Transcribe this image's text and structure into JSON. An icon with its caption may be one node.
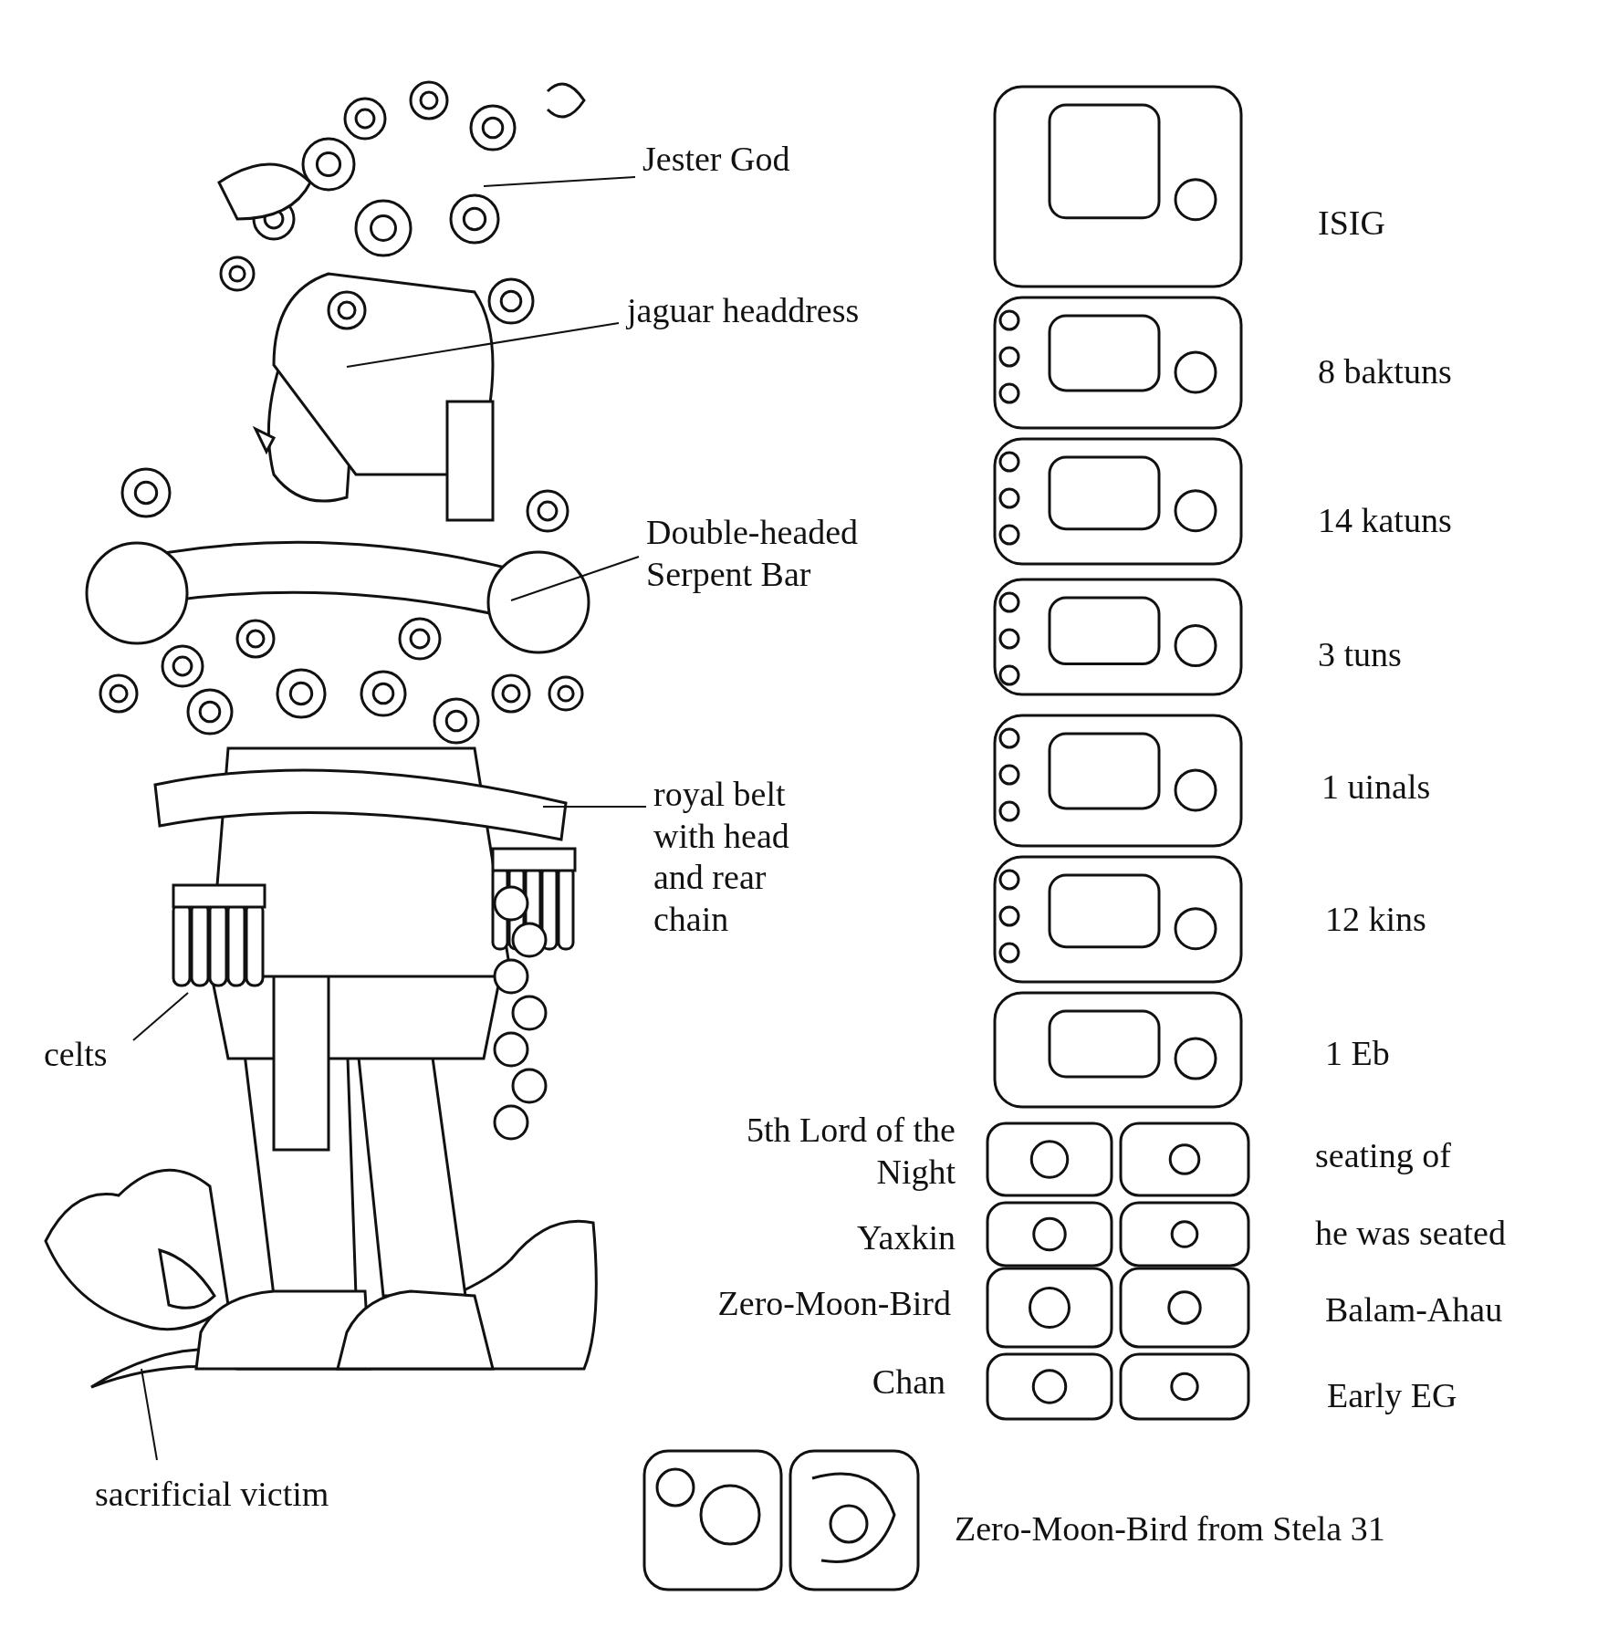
{
  "diagram": {
    "nodes": [
      {
        "text": [
          "Jester God"
        ]
      },
      {
        "text": [
          "jaguar headdress"
        ]
      },
      {
        "text": [
          "Double-headed Serpent Bar"
        ]
      },
      {
        "text": [
          "royal belt with head and rear chain"
        ]
      },
      {
        "text": [
          "celts"
        ]
      },
      {
        "text": [
          "sacrificial victim"
        ]
      }
    ],
    "edges": [
      {
        "from": 0,
        "to": null,
        "arrow": "none"
      },
      {
        "from": 1,
        "to": null,
        "arrow": "none"
      },
      {
        "from": 2,
        "to": null,
        "arrow": "none"
      },
      {
        "from": 3,
        "to": null,
        "arrow": "none"
      },
      {
        "from": 4,
        "to": null,
        "arrow": "none"
      },
      {
        "from": 5,
        "to": null,
        "arrow": "none"
      }
    ],
    "labels": [
      "ISIG",
      "8 baktuns",
      "14 katuns",
      "3 tuns",
      "1 uinals",
      "12 kins",
      "1 Eb",
      "5th Lord of the Night",
      "seating of",
      "Yaxkin",
      "he was seated",
      "Zero-Moon-Bird",
      "Balam-Ahau",
      "Chan",
      "Early EG",
      "Zero-Moon-Bird from Stela 31"
    ]
  }
}
